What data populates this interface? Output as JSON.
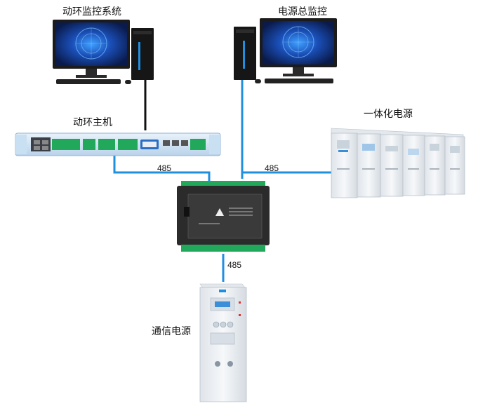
{
  "nodes": {
    "env_monitor_system": "动环监控系统",
    "power_total_monitor": "电源总监控",
    "env_host": "动环主机",
    "integrated_power": "一体化电源",
    "telecom_power": "通信电源"
  },
  "links": {
    "host_to_controller": "485",
    "controller_to_integrated": "485",
    "controller_to_telecom": "485"
  },
  "colors": {
    "link_blue": "#1f8fe0",
    "cable_black": "#111111",
    "module_green": "#22a85a",
    "controller_dark": "#2b2b2b",
    "cabinet_white": "#eef1f4"
  }
}
